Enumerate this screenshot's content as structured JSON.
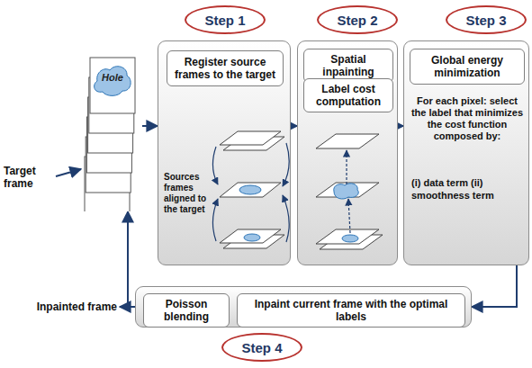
{
  "diagram": {
    "nodes": [
      {
        "text": [
          "Step 1"
        ]
      },
      {
        "text": [
          "Step 2"
        ]
      },
      {
        "text": [
          "Step 3"
        ]
      },
      {
        "text": [
          "Hole"
        ]
      },
      {
        "text": [
          "Sources frames aligned to the target"
        ]
      },
      {
        "text": [
          "Register source frames to the target"
        ],
        "in": 4
      },
      {
        "text": []
      },
      {
        "text": [
          "Spatial inpainting"
        ],
        "in": 6
      },
      {
        "text": [
          "Label cost computation"
        ],
        "in": 6
      },
      {
        "text": [
          "For each pixel: select the label that minimizes the cost function composed by:",
          "(i) data term (ii) smoothness term"
        ]
      },
      {
        "text": [
          "Global energy minimization"
        ],
        "in": 9
      },
      {
        "text": []
      },
      {
        "text": [
          "Inpaint current frame with the optimal labels"
        ],
        "in": 11
      },
      {
        "text": [
          "Poisson blending"
        ],
        "in": 11
      },
      {
        "text": [
          "Step 4"
        ]
      }
    ],
    "edges": [
      {
        "from": 3,
        "to": 4,
        "arrow": "to"
      },
      {
        "from": 4,
        "to": 6,
        "arrow": "to"
      },
      {
        "from": 6,
        "to": 9,
        "arrow": "to"
      },
      {
        "from": 9,
        "to": 11,
        "arrow": "to"
      },
      {
        "from": 11,
        "to": 3,
        "arrow": "to"
      }
    ],
    "labels": [
      "Target frame",
      "Inpainted frame"
    ]
  }
}
